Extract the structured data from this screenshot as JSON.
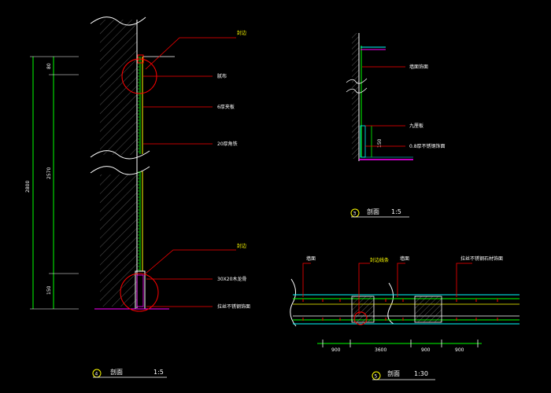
{
  "sections": {
    "left": {
      "marker_number": "4",
      "title": "剖面",
      "scale": "1:5",
      "dims": {
        "total": "2800",
        "mid": "2570",
        "top": "80",
        "bottom": "150"
      },
      "callouts": [
        "封边",
        "腻布",
        "6厚夹板",
        "20厚角铁",
        "封边",
        "30X20木龙骨",
        "拉丝不锈钢饰面"
      ]
    },
    "top_right": {
      "marker_number": "3",
      "title": "剖面",
      "scale": "1:5",
      "dim_height": "150",
      "callouts": [
        "墙面饰面",
        "九厘板",
        "0.8厚不锈钢饰面"
      ]
    },
    "bottom_right": {
      "marker_number": "5",
      "title": "剖面",
      "scale": "1:30",
      "callouts": [
        "墙面",
        "封边线条",
        "墙面",
        "拉丝不锈钢石材饰面"
      ],
      "dims": [
        "900",
        "3600",
        "900",
        "900"
      ]
    }
  },
  "colors": {
    "background": "#000000",
    "line": "#ffffff",
    "red": "#ff0000",
    "green": "#00ff00",
    "yellow": "#ffff00",
    "cyan": "#00ffff",
    "magenta": "#ff00ff",
    "hatch": "#8a8a8a"
  }
}
